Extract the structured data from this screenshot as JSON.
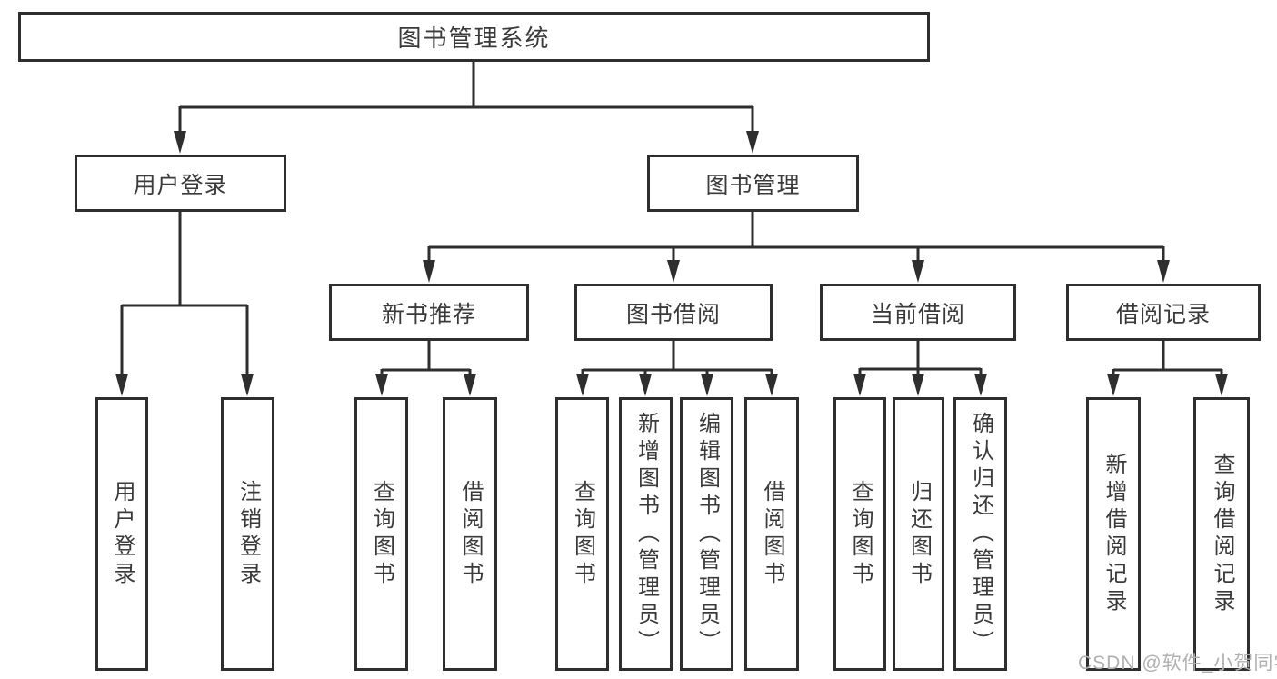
{
  "diagram": {
    "root": {
      "label": "图书管理系统"
    },
    "level2": [
      {
        "id": "user-login",
        "label": "用户登录"
      },
      {
        "id": "book-management",
        "label": "图书管理"
      }
    ],
    "level3": [
      {
        "id": "new-book-recommend",
        "label": "新书推荐"
      },
      {
        "id": "book-borrowing",
        "label": "图书借阅"
      },
      {
        "id": "current-borrowing",
        "label": "当前借阅"
      },
      {
        "id": "borrow-records",
        "label": "借阅记录"
      }
    ],
    "leaves": {
      "user_login": [
        "用户登录",
        "注销登录"
      ],
      "new_book_recommend": [
        "查询图书",
        "借阅图书"
      ],
      "book_borrowing": [
        "查询图书",
        "新增图书（管理员）",
        "编辑图书（管理员）",
        "借阅图书"
      ],
      "current_borrowing": [
        "查询图书",
        "归还图书",
        "确认归还（管理员）"
      ],
      "borrow_records": [
        "新增借阅记录",
        "查询借阅记录"
      ]
    }
  },
  "watermark": {
    "text": "CSDN @软件_小贺同学"
  },
  "colors": {
    "line": "#2e2e2e",
    "box_border": "#2e2e2e",
    "text": "#3a3a3a",
    "watermark": "#b0b0b0",
    "background": "#ffffff"
  }
}
